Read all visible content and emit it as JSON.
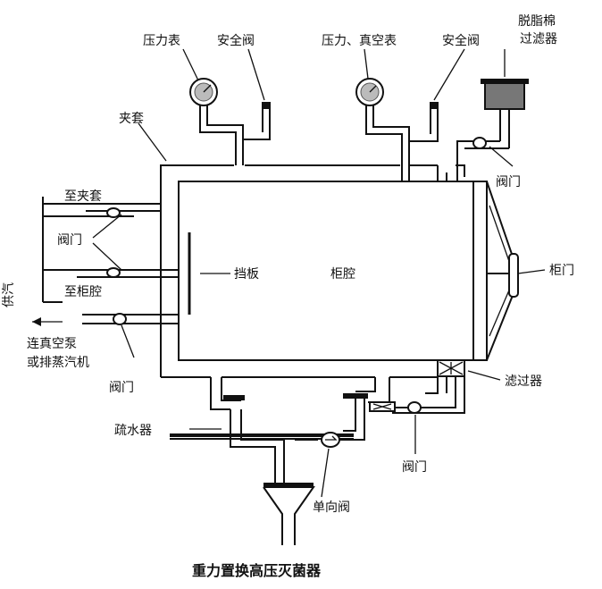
{
  "caption": "重力置换高压灭菌器",
  "labels": {
    "pressure_gauge": "压力表",
    "safety_valve_1": "安全阀",
    "pressure_vacuum_gauge": "压力、真空表",
    "safety_valve_2": "安全阀",
    "cotton_filter_line1": "脱脂棉",
    "cotton_filter_line2": "过滤器",
    "jacket": "夹套",
    "to_jacket": "至夹套",
    "valve_left": "阀门",
    "to_chamber": "至柜腔",
    "steam_supply": "供汽",
    "vacuum_line1": "连真空泵",
    "vacuum_line2": "或排蒸汽机",
    "valve_bottom_left": "阀门",
    "baffle": "挡板",
    "chamber": "柜腔",
    "valve_top_right": "阀门",
    "door": "柜门",
    "filter": "滤过器",
    "trap": "疏水器",
    "valve_bottom_right": "阀门",
    "check_valve": "单向阀"
  }
}
